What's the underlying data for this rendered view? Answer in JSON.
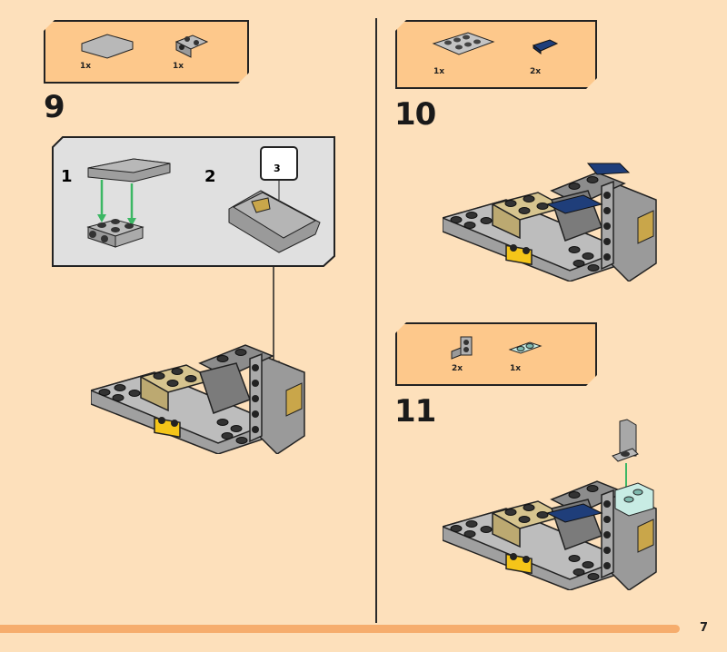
{
  "page_number": "7",
  "steps": [
    {
      "number": "9",
      "parts": [
        {
          "name": "curved-slope-2x4",
          "qty": "1x"
        },
        {
          "name": "brick-2x2-with-studs-on-side",
          "qty": "1x"
        }
      ],
      "subassembly": {
        "substeps": [
          "1",
          "2"
        ],
        "sticker_number": "3"
      }
    },
    {
      "number": "10",
      "parts": [
        {
          "name": "plate-2x4",
          "qty": "1x"
        },
        {
          "name": "tile-1x2-dark-blue",
          "qty": "2x"
        }
      ]
    },
    {
      "number": "11",
      "parts": [
        {
          "name": "bracket-1x1",
          "qty": "2x"
        },
        {
          "name": "plate-1x2-light-aqua",
          "qty": "1x"
        }
      ]
    }
  ],
  "colors": {
    "background": "#fde0bb",
    "parts_box": "#fdc88b",
    "subassembly_box": "#e0e0e0",
    "arrow": "#3cb764",
    "bar": "#f6ad6d"
  }
}
